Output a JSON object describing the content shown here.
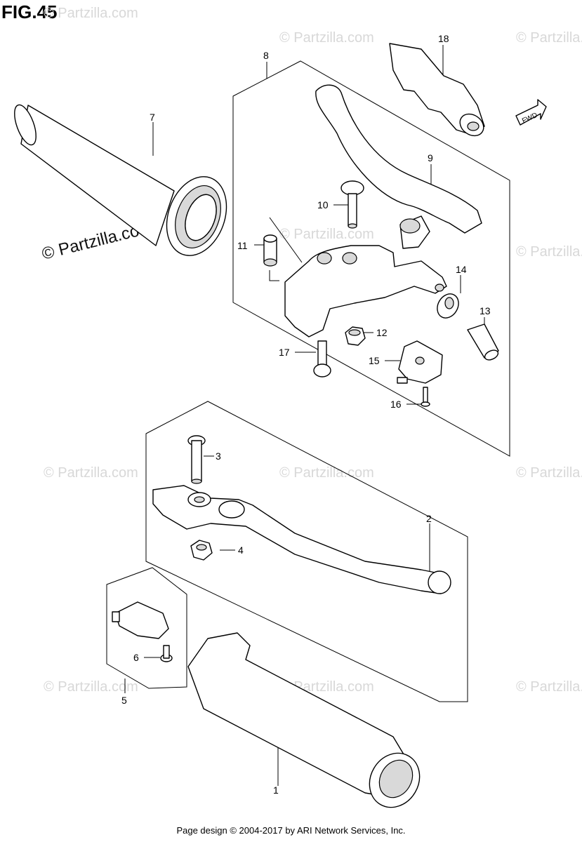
{
  "figure": {
    "title": "FIG.45"
  },
  "footer": {
    "text": "Page design © 2004-2017 by ARI Network Services, Inc."
  },
  "watermark": {
    "text": "© Partzilla.com"
  },
  "fwd_label": "FWD",
  "callouts": {
    "c1": "1",
    "c2": "2",
    "c3": "3",
    "c4": "4",
    "c5": "5",
    "c6": "6",
    "c7": "7",
    "c8": "8",
    "c9": "9",
    "c10": "10",
    "c11": "11",
    "c12": "12",
    "c13": "13",
    "c14": "14",
    "c15": "15",
    "c16": "16",
    "c17": "17",
    "c18": "18"
  }
}
